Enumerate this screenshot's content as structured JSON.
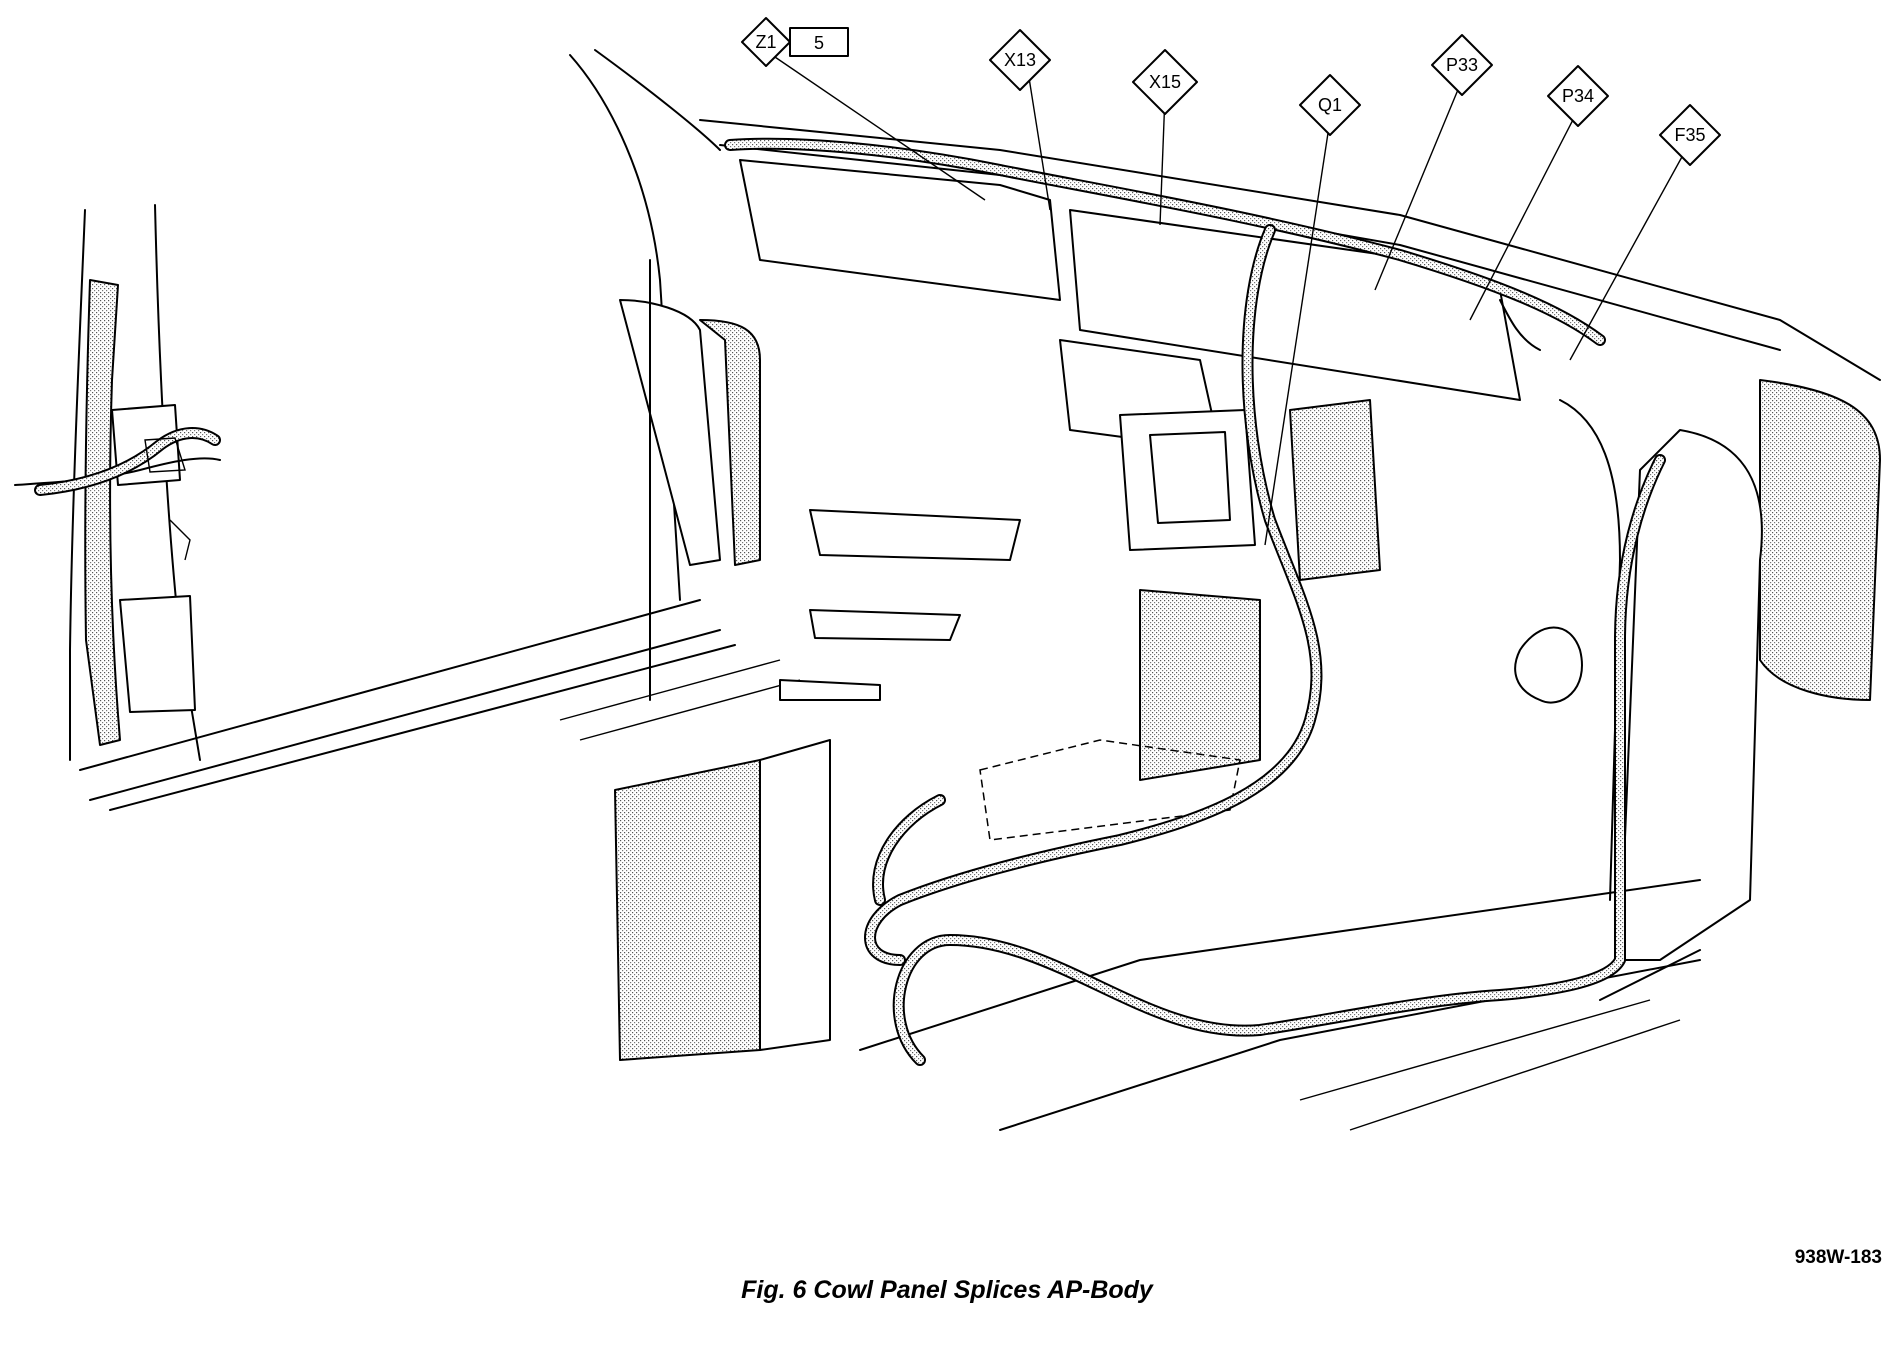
{
  "labels": {
    "z1": "Z1",
    "z1_box": "5",
    "x13": "X13",
    "x15": "X15",
    "q1": "Q1",
    "p33": "P33",
    "p34": "P34",
    "f35": "F35"
  },
  "figure_id": "938W-183",
  "caption": "Fig. 6 Cowl Panel Splices AP-Body"
}
